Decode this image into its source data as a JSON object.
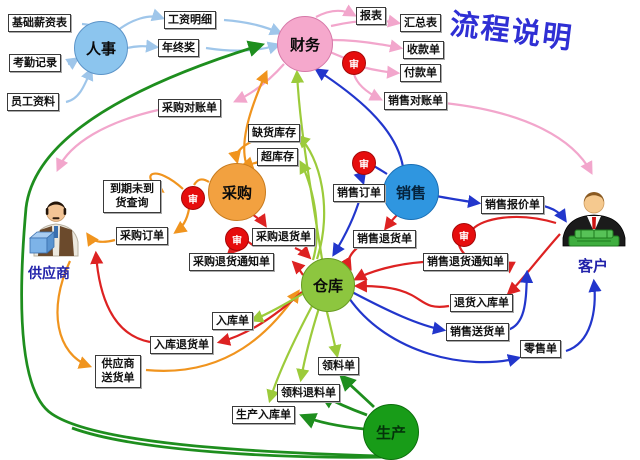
{
  "title": "流程说明",
  "audit_label": "审",
  "nodes": {
    "hr": "人事",
    "finance": "财务",
    "purchase": "采购",
    "sales": "销售",
    "warehouse": "仓库",
    "production": "生产"
  },
  "actors": {
    "supplier": "供应商",
    "customer": "客户"
  },
  "docs": {
    "salary_base": "基础薪资表",
    "attendance": "考勤记录",
    "employee_info": "员工资料",
    "salary_detail": "工资明细",
    "year_end_bonus": "年终奖",
    "report": "报表",
    "summary": "汇总表",
    "receipt": "收款单",
    "payment": "付款单",
    "purchase_statement": "采购对账单",
    "sales_statement": "销售对账单",
    "shortage_stock": "缺货库存",
    "over_stock": "超库存",
    "overdue_query": "到期未到货查询",
    "purchase_order": "采购订单",
    "purchase_return": "采购退货单",
    "purchase_return_notice": "采购退货通知单",
    "sales_order": "销售订单",
    "sales_quote": "销售报价单",
    "sales_return": "销售退货单",
    "sales_return_notice": "销售退货通知单",
    "return_inbound": "退货入库单",
    "inbound": "入库单",
    "inbound_return": "入库退货单",
    "sales_delivery": "销售送货单",
    "retail": "零售单",
    "supplier_delivery": "供应商送货单",
    "material_requisition": "领料单",
    "material_return": "领料退料单",
    "production_inbound": "生产入库单"
  },
  "colors": {
    "hr_node": "#8CC5EE",
    "finance_node": "#F5A8CC",
    "purchase_node": "#F2A140",
    "sales_node": "#2F96E0",
    "warehouse_node": "#8DC63F",
    "production_node": "#189C18",
    "audit_badge": "#E60D0D",
    "title_text": "#2F2FD4",
    "actor_label": "#2222AA",
    "arrow_hr": "#9FC6EA",
    "arrow_finance": "#F2A6CC",
    "arrow_purchase": "#F0941E",
    "arrow_return": "#DD2222",
    "arrow_sales": "#2236CC",
    "arrow_warehouse": "#9CCB3B",
    "arrow_production": "#1E8E1E"
  }
}
